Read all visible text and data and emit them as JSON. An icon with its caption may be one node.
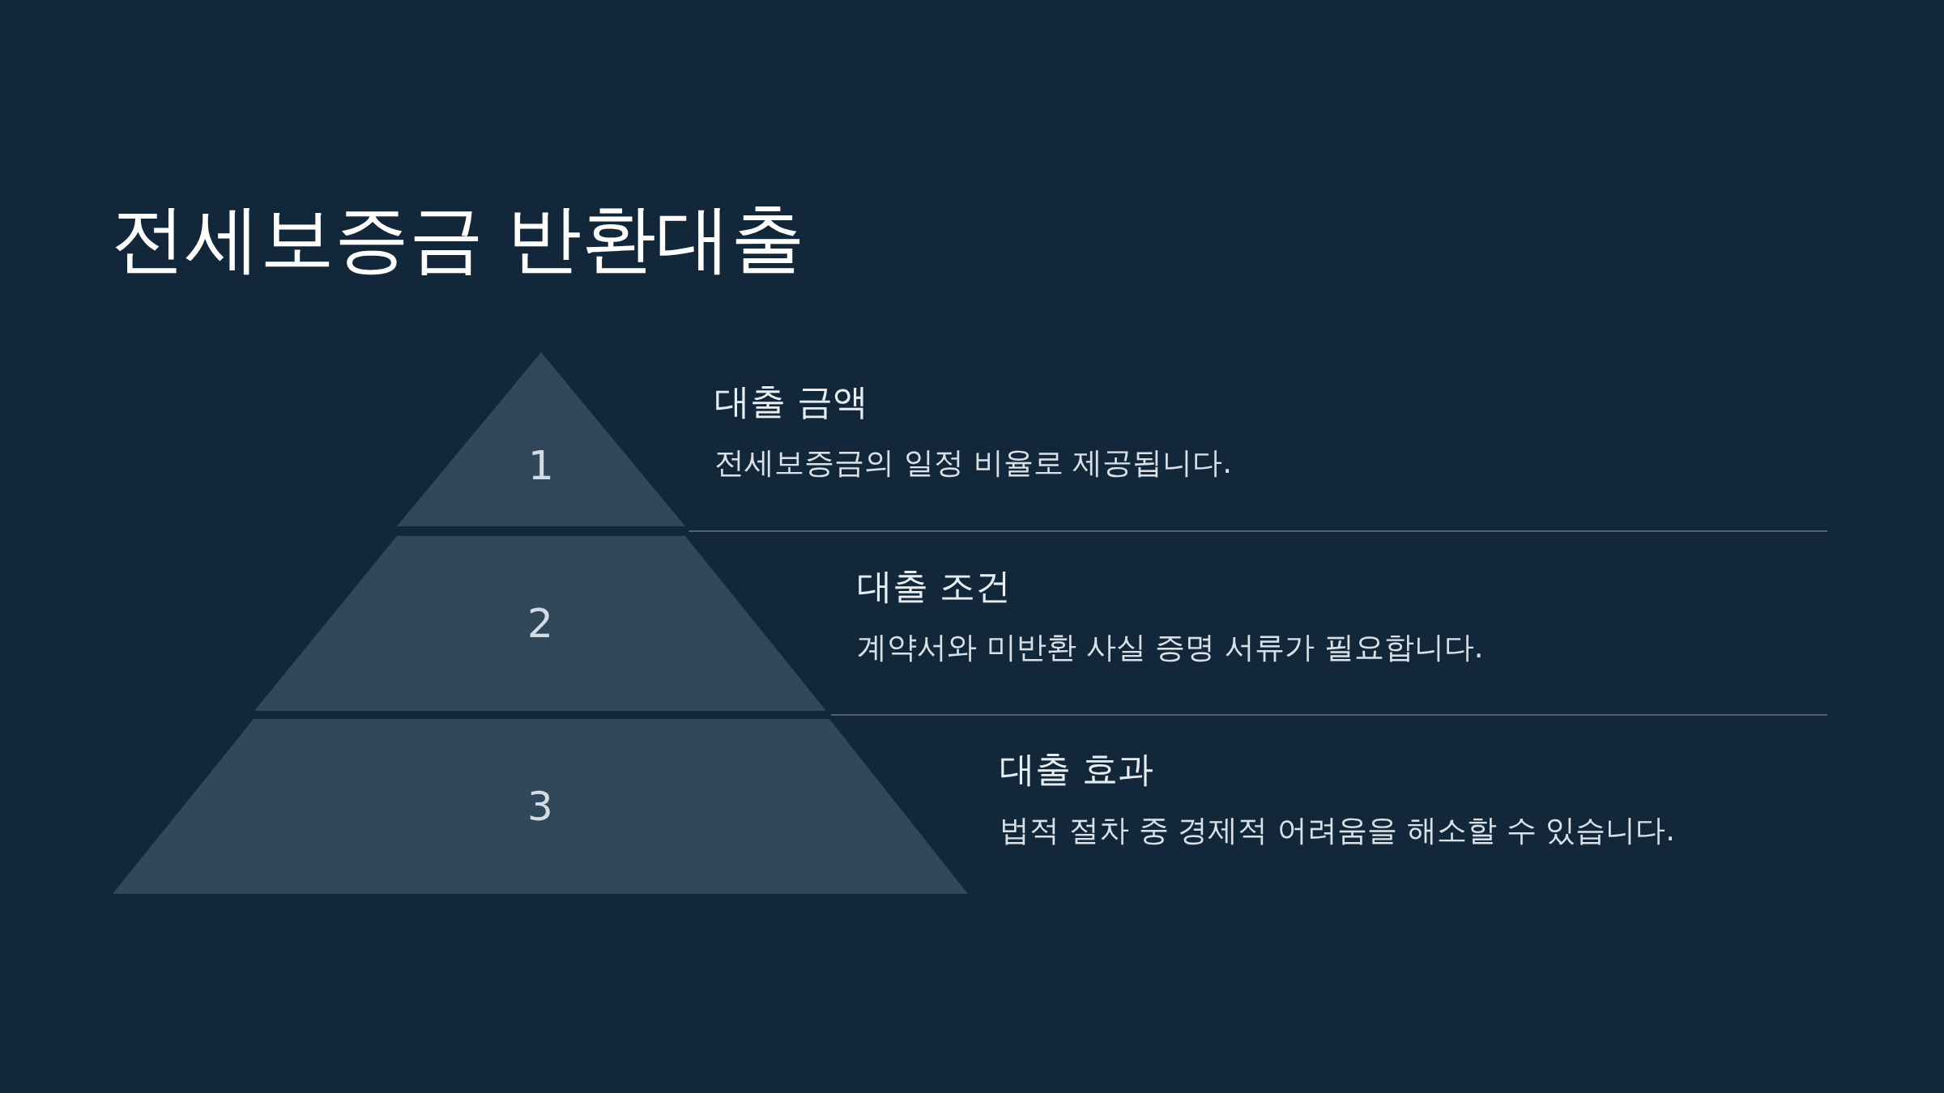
{
  "diagram": {
    "title": "전세보증금 반환대출",
    "nodes": [
      {
        "text": [
          "1"
        ],
        "beside": [
          "대출 금액",
          "전세보증금의 일정 비율로 제공됩니다."
        ]
      },
      {
        "text": [
          "2"
        ],
        "beside": [
          "대출 조건",
          "계약서와 미반환 사실 증명 서류가 필요합니다."
        ]
      },
      {
        "text": [
          "3"
        ],
        "beside": [
          "대출 효과",
          "법적 절차 중 경제적 어려움을 해소할 수 있습니다."
        ]
      }
    ]
  }
}
